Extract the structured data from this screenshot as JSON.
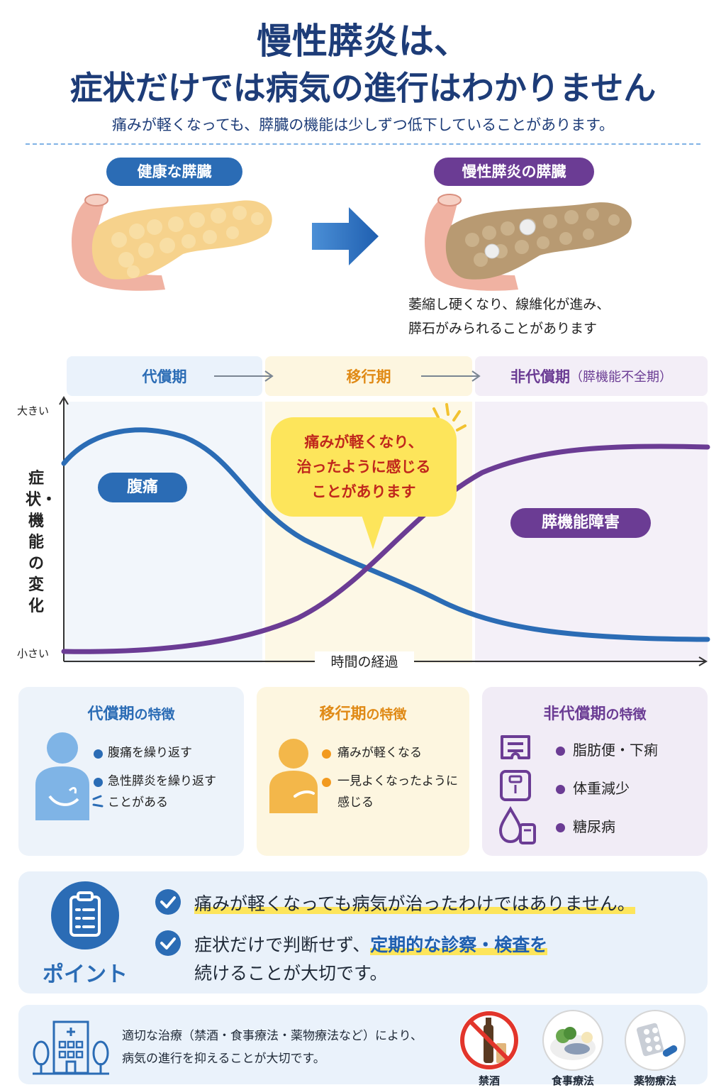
{
  "header": {
    "title_line1": "慢性膵炎は、",
    "title_line2": "症状だけでは病気の進行はわかりません",
    "subtitle": "痛みが軽くなっても、膵臓の機能は少しずつ低下していることがあります。"
  },
  "pancreas": {
    "healthy_label": "健康な膵臓",
    "chronic_label": "慢性膵炎の膵臓",
    "chronic_caption_line1": "萎縮し硬くなり、線維化が進み、",
    "chronic_caption_line2": "膵石がみられることがあります"
  },
  "phases": {
    "compensated": "代償期",
    "transition": "移行期",
    "decompensated": "非代償期",
    "decompensated_note": "（膵機能不全期）"
  },
  "graph": {
    "y_high": "大きい",
    "y_low": "小さい",
    "y_axis_label": "症状・機能の変化",
    "x_axis_label": "時間の経過",
    "pain_label": "腹痛",
    "dysfunction_label": "膵機能障害",
    "bubble_line1": "痛みが軽くなり、",
    "bubble_line2": "治ったように感じる",
    "bubble_line3": "ことがあります",
    "colors": {
      "pain": "#2b6cb5",
      "dysfunction": "#6b3c94",
      "bubble": "#fde55b"
    }
  },
  "cards": {
    "compensated": {
      "title": "代償期",
      "suffix": "の特徴",
      "items": [
        "腹痛を繰り返す",
        "急性膵炎を繰り返す",
        "ことがある"
      ]
    },
    "transition": {
      "title": "移行期",
      "suffix": "の特徴",
      "items": [
        "痛みが軽くなる",
        "一見よくなったように",
        "感じる"
      ]
    },
    "decompensated": {
      "title": "非代償期",
      "suffix": "の特徴",
      "items": [
        "脂肪便・下痢",
        "体重減少",
        "糖尿病"
      ]
    }
  },
  "point": {
    "label": "ポイント",
    "line1": "痛みが軽くなっても病気が治ったわけではありません。",
    "line2_pre": "症状だけで判断せず、",
    "line2_em": "定期的な診察・検査を",
    "line3": "続けることが大切です。"
  },
  "treatment": {
    "line1": "適切な治療（禁酒・食事療法・薬物療法など）により、",
    "line2": "病気の進行を抑えることが大切です。",
    "items": [
      "禁酒",
      "食事療法",
      "薬物療法"
    ]
  }
}
